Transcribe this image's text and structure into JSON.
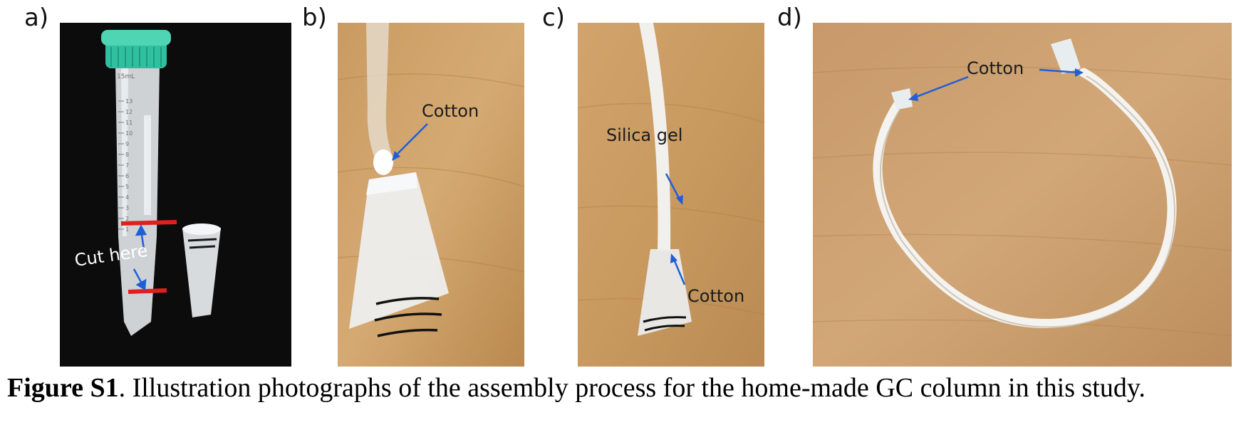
{
  "panels": {
    "a": {
      "label": "a)",
      "annotation": "Cut here",
      "tube_text": "15mL",
      "graduations": [
        "13",
        "12",
        "11",
        "10",
        "9",
        "8",
        "7",
        "6",
        "5",
        "4",
        "3",
        "2",
        "1"
      ]
    },
    "b": {
      "label": "b)",
      "annotation": "Cotton"
    },
    "c": {
      "label": "c)",
      "annotation_top": "Silica gel",
      "annotation_bottom": "Cotton"
    },
    "d": {
      "label": "d)",
      "annotation": "Cotton"
    }
  },
  "caption": {
    "figure_label": "Figure S1",
    "text": ". Illustration photographs of the assembly process for the home-made GC column in this study."
  },
  "colors": {
    "arrow": "#1f5fd6",
    "cut_line": "#e02020",
    "cap": "#2fc0a0",
    "wood": "#c89a62"
  }
}
